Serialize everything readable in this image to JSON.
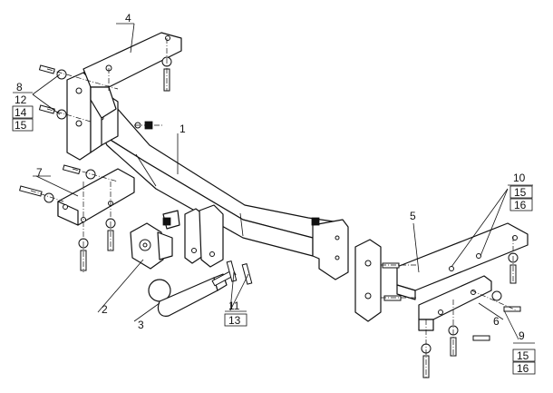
{
  "labels": {
    "p1": "1",
    "p2": "2",
    "p3": "3",
    "p4": "4",
    "p5": "5",
    "p6": "6",
    "p7": "7",
    "p8": "8",
    "p9": "9",
    "p10": "10",
    "p11": "11",
    "p12": "12",
    "p13": "13",
    "p14": "14",
    "p15": "15",
    "p16": "16"
  },
  "left_stack": [
    "8",
    "12",
    "14",
    "15"
  ],
  "right_upper_stack": [
    "10",
    "15",
    "16"
  ],
  "right_lower_stack": [
    "9",
    "15",
    "16"
  ],
  "mid_stack": [
    "11",
    "13"
  ]
}
